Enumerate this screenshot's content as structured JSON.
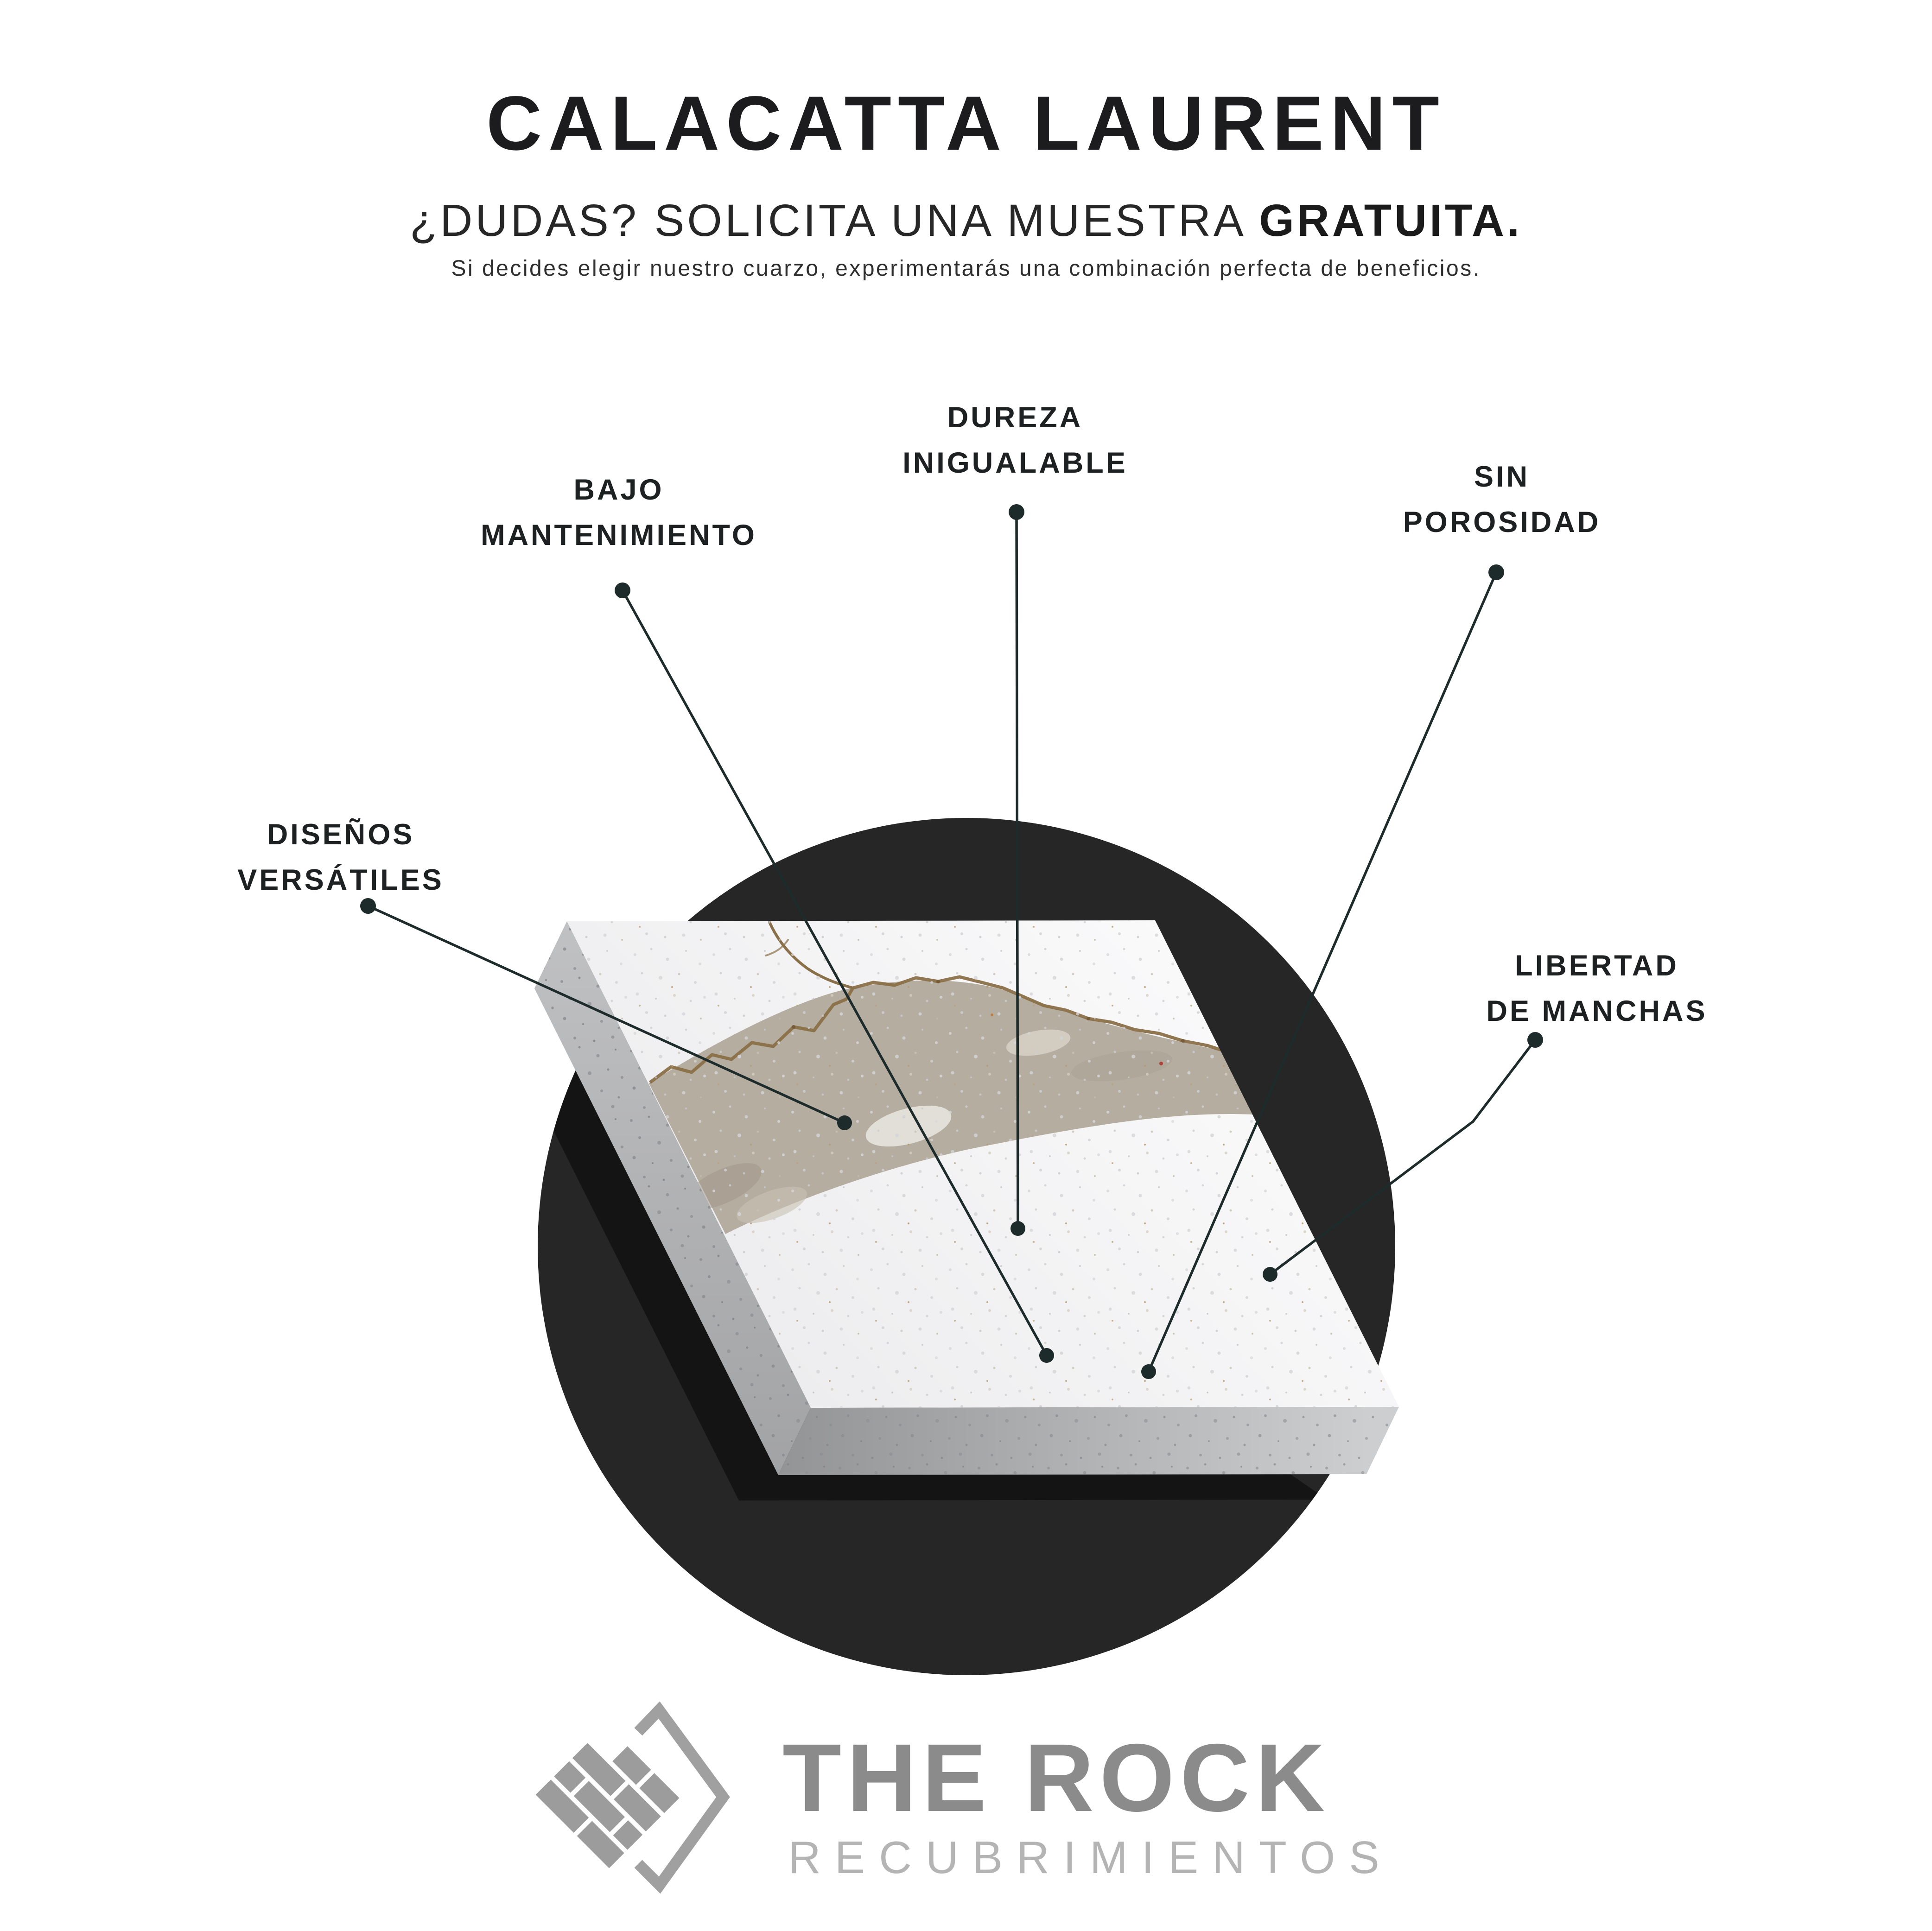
{
  "header": {
    "title": "CALACATTA LAURENT",
    "subtitle_regular": "¿DUDAS? SOLICITA UNA MUESTRA ",
    "subtitle_bold": "GRATUITA.",
    "description": "Si decides elegir nuestro cuarzo, experimentarás una combinación perfecta de beneficios."
  },
  "features": [
    {
      "id": "dureza-inigualable",
      "line1": "DUREZA",
      "line2": "INIGUALABLE"
    },
    {
      "id": "bajo-mantenimiento",
      "line1": "BAJO",
      "line2": "MANTENIMIENTO"
    },
    {
      "id": "sin-porosidad",
      "line1": "SIN",
      "line2": "POROSIDAD"
    },
    {
      "id": "disenos-versatiles",
      "line1": "DISEÑOS",
      "line2": "VERSÁTILES"
    },
    {
      "id": "libertad-de-manchas",
      "line1": "LIBERTAD",
      "line2": "DE MANCHAS"
    }
  ],
  "brand": {
    "name": "THE ROCK",
    "tagline": "RECUBRIMIENTOS"
  },
  "colors": {
    "accent_line": "#1d2b2b",
    "circle_background": "#262626",
    "label_text": "#1e2122",
    "title_text": "#1c1c1e",
    "slab_white": "#f5f5f7",
    "slab_band": "#b5ada0",
    "vein_brown": "#8a7048",
    "brand_gray": "#8b8b8b",
    "brand_light_gray": "#b4b4b4"
  }
}
